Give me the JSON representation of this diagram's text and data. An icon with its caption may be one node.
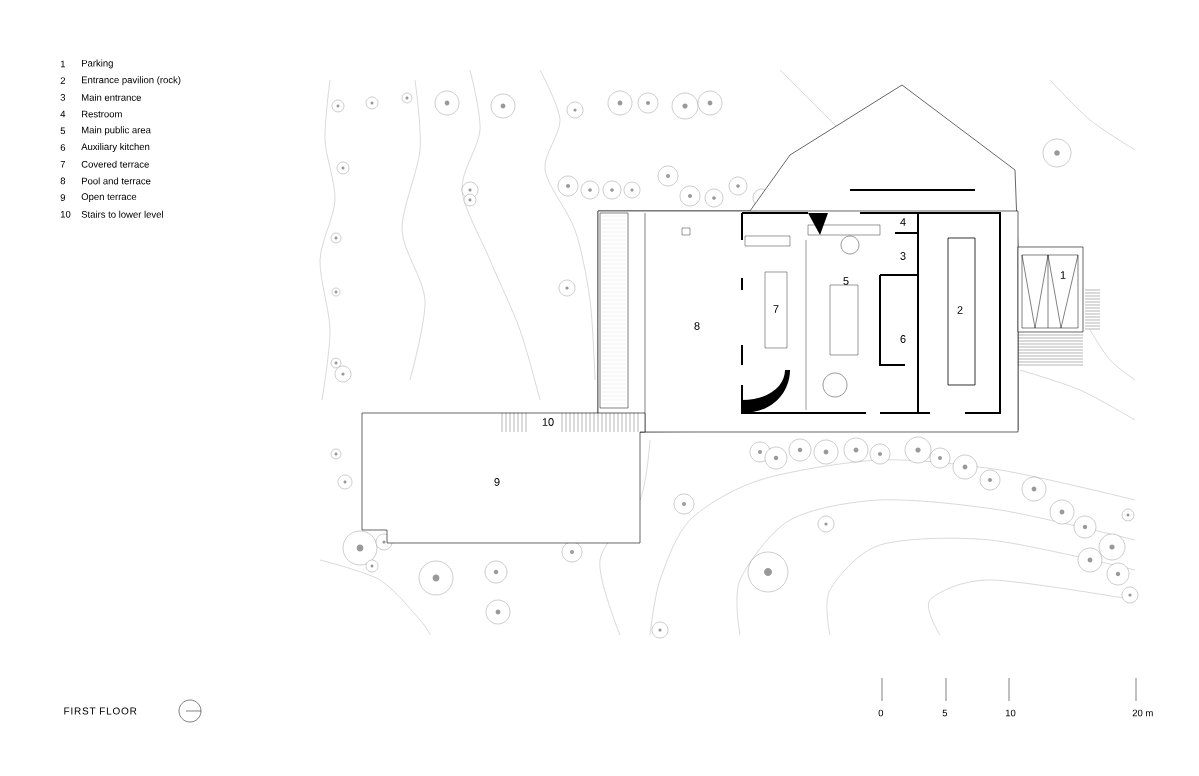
{
  "diagram": {
    "title": "FIRST FLOOR",
    "labels": [
      "1",
      "Parking",
      "2",
      "Entrance pavilion (rock)",
      "3",
      "Main entrance",
      "4",
      "Restroom",
      "5",
      "Main public area",
      "6",
      "Auxiliary kitchen",
      "7",
      "Covered terrace",
      "8",
      "Pool and terrace",
      "9",
      "Open terrace",
      "10",
      "Stairs to lower level",
      "4",
      "3",
      "1",
      "5",
      "7",
      "2",
      "8",
      "6",
      "10",
      "9",
      "0",
      "5",
      "10",
      "20 m"
    ]
  }
}
